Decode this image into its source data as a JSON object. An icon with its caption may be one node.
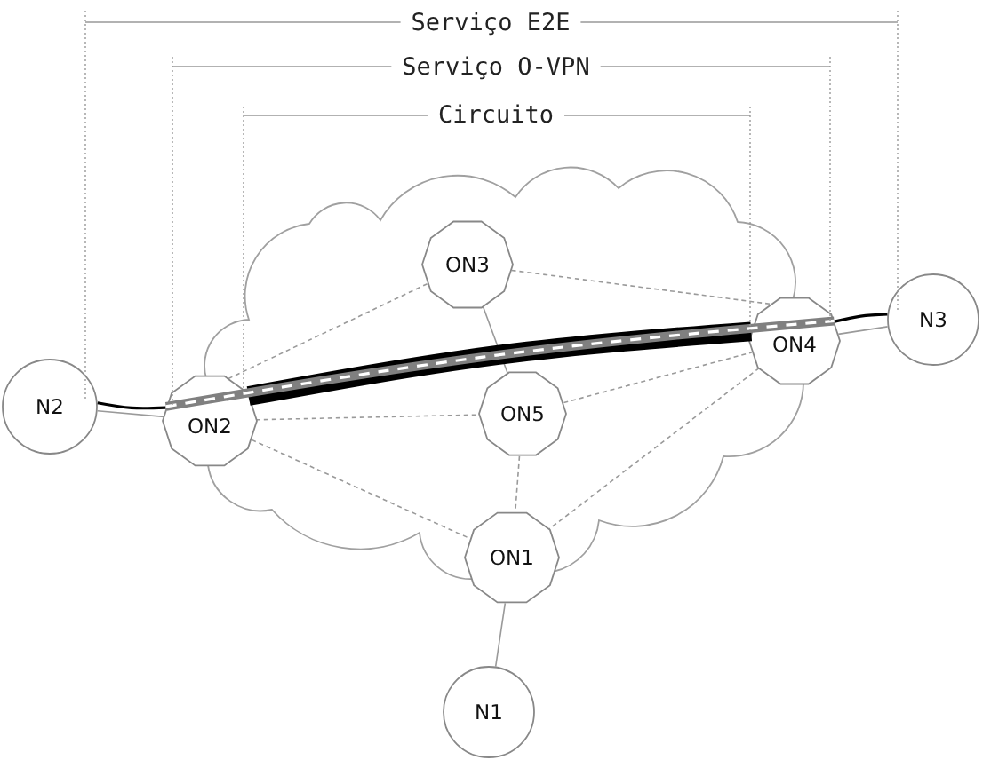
{
  "diagram": {
    "nodes": [
      {
        "text": [
          "ON3"
        ]
      },
      {
        "text": [
          "N2"
        ]
      },
      {
        "text": [
          "ON2"
        ]
      },
      {
        "text": [
          "ON5"
        ]
      },
      {
        "text": [
          "ON4"
        ]
      },
      {
        "text": [
          "N3"
        ]
      },
      {
        "text": [
          "ON1"
        ]
      },
      {
        "text": [
          "N1"
        ]
      }
    ],
    "edges": [
      {
        "from": 1,
        "to": 2,
        "arrow": "none"
      },
      {
        "from": 1,
        "to": 2,
        "arrow": "none",
        "color": "#000000"
      },
      {
        "from": 2,
        "to": 0,
        "arrow": "none",
        "style": "dashed"
      },
      {
        "from": 2,
        "to": 3,
        "arrow": "none",
        "style": "dashed"
      },
      {
        "from": 2,
        "to": 6,
        "arrow": "none",
        "style": "dashed"
      },
      {
        "from": 0,
        "to": 3,
        "arrow": "none"
      },
      {
        "from": 0,
        "to": 4,
        "arrow": "none",
        "style": "dashed"
      },
      {
        "from": 3,
        "to": 4,
        "arrow": "none",
        "style": "dashed"
      },
      {
        "from": 3,
        "to": 6,
        "arrow": "none",
        "style": "dashed"
      },
      {
        "from": 4,
        "to": 6,
        "arrow": "none",
        "style": "dashed"
      },
      {
        "from": 4,
        "to": 5,
        "arrow": "none"
      },
      {
        "from": 4,
        "to": 5,
        "arrow": "none",
        "color": "#000000"
      },
      {
        "from": 6,
        "to": 7,
        "arrow": "none"
      },
      {
        "from": 2,
        "to": 4,
        "arrow": "none",
        "style": "thick",
        "color": "#000000"
      },
      {
        "from": 2,
        "to": 4,
        "arrow": "none",
        "style": "thick",
        "color": "#808080"
      }
    ],
    "labels": [
      "Serviço E2E",
      "Serviço O-VPN",
      "Circuito"
    ]
  }
}
